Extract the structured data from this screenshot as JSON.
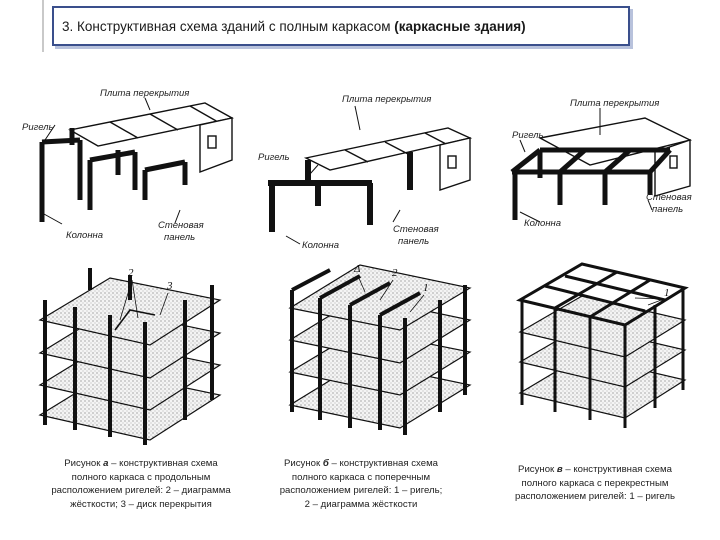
{
  "header": {
    "title_plain": "3. Конструктивная схема зданий с полным каркасом ",
    "title_bold": "(каркасные здания)"
  },
  "figure_a": {
    "labels": {
      "slab": "Плита перекрытия",
      "beam": "Ригель",
      "column": "Колонна",
      "wall_panel_1": "Стеновая",
      "wall_panel_2": "панель"
    },
    "numbers": [
      "2",
      "3"
    ],
    "caption": {
      "prefix": "Рисунок ",
      "letter": "а",
      "line1": " – конструктивная схема",
      "line2": "полного каркаса с продольным",
      "line3": "расположением ригелей: 2 – диаграмма",
      "line4": "жёсткости; 3 – диск перекрытия"
    }
  },
  "figure_b": {
    "labels": {
      "slab": "Плита перекрытия",
      "beam": "Ригель",
      "column": "Колонна",
      "wall_panel_1": "Стеновая",
      "wall_panel_2": "панель"
    },
    "numbers": [
      "Δ",
      "2",
      "1"
    ],
    "caption": {
      "prefix": "Рисунок ",
      "letter": "б",
      "line1": " – конструктивная схема",
      "line2": "полного каркаса с поперечным",
      "line3": "расположением ригелей: 1 – ригель;",
      "line4": "2 – диаграмма жёсткости"
    }
  },
  "figure_c": {
    "labels": {
      "slab": "Плита перекрытия",
      "beam": "Ригель",
      "column": "Колонна",
      "wall_panel_1": "Стеновая",
      "wall_panel_2": "панель"
    },
    "numbers": [
      "1"
    ],
    "caption": {
      "prefix": "Рисунок ",
      "letter": "в",
      "line1": " – конструктивная схема",
      "line2": "полного каркаса с перекрестным",
      "line3": "расположением ригелей: 1 – ригель"
    }
  }
}
